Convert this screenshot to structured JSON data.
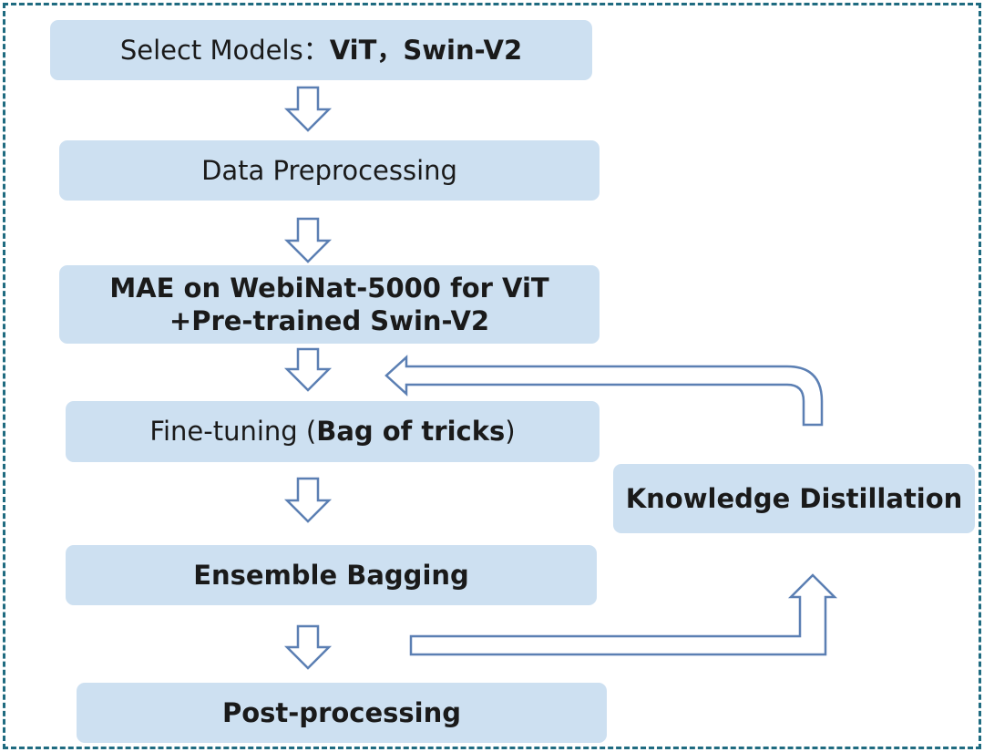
{
  "steps": {
    "select": {
      "prefix": "Select Models：",
      "models": "ViT，Swin-V2"
    },
    "preprocess": {
      "label": "Data Preprocessing"
    },
    "pretrain": {
      "line1": "MAE on WebiNat-5000 for ViT",
      "line2": "+Pre-trained Swin-V2"
    },
    "finetune": {
      "prefix": "Fine-tuning (",
      "bold": "Bag of tricks",
      "suffix": ")"
    },
    "ensemble": {
      "label": "Ensemble Bagging"
    },
    "postprocess": {
      "label": "Post-processing"
    },
    "distill": {
      "label": "Knowledge Distillation"
    }
  },
  "colors": {
    "box_fill": "#cde0f1",
    "arrow_stroke": "#5b7fb3",
    "frame_border": "#1f6b80"
  }
}
